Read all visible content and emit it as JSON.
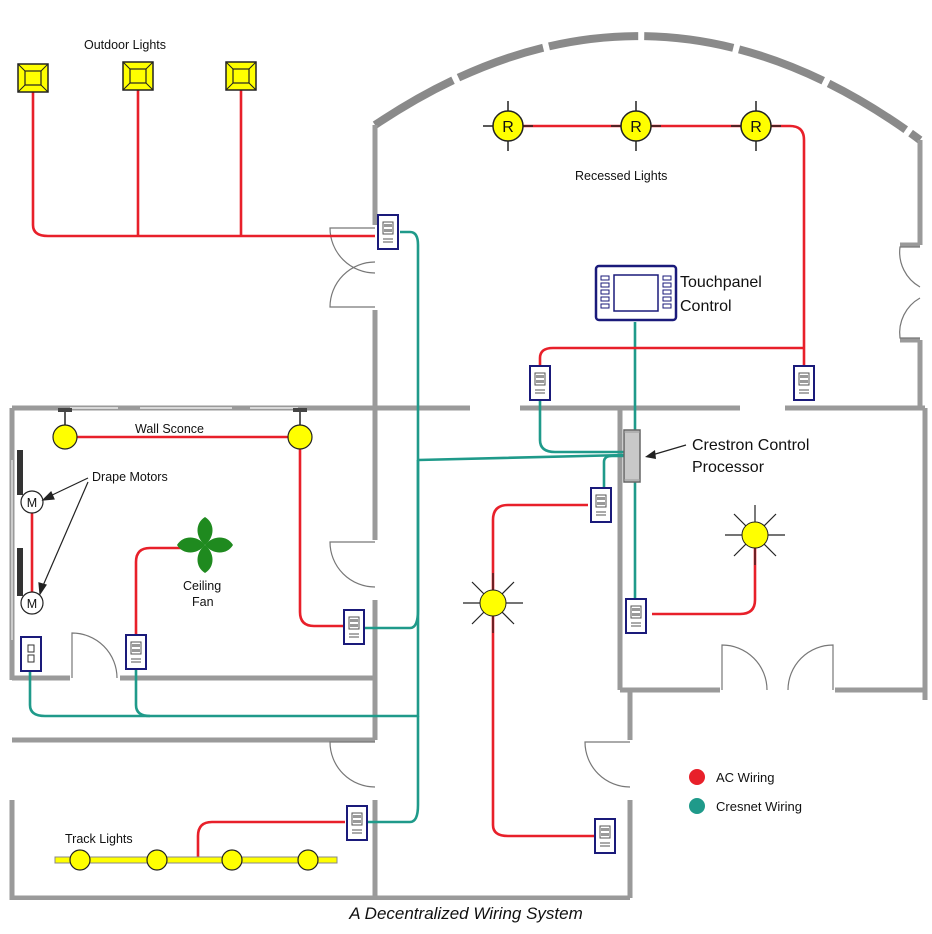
{
  "caption": "A Decentralized Wiring System",
  "labels": {
    "outdoor_lights": "Outdoor Lights",
    "recessed_lights": "Recessed Lights",
    "touchpanel_line1": "Touchpanel",
    "touchpanel_line2": "Control",
    "processor_line1": "Crestron Control",
    "processor_line2": "Processor",
    "wall_sconce": "Wall Sconce",
    "drape_motors": "Drape Motors",
    "ceiling_fan_line1": "Ceiling",
    "ceiling_fan_line2": "Fan",
    "track_lights": "Track Lights",
    "recessed_symbol": "R",
    "motor_symbol": "M"
  },
  "legend": {
    "items": [
      {
        "label": "AC Wiring",
        "color": "#e8202a"
      },
      {
        "label": "Cresnet Wiring",
        "color": "#1f9a8a"
      }
    ]
  },
  "colors": {
    "ac": "#e8202a",
    "cresnet": "#1f9a8a",
    "wall": "#9a9a9a",
    "light_fill": "#ffff00",
    "device_border": "#1a1a7a",
    "fan": "#1f8a1f"
  },
  "icons": [
    "outdoor-light-icon",
    "recessed-light-icon",
    "touchpanel-icon",
    "control-processor-icon",
    "keypad-icon",
    "wall-sconce-icon",
    "drape-motor-icon",
    "ceiling-fan-icon",
    "track-light-icon",
    "sun-light-icon",
    "switch-icon"
  ]
}
